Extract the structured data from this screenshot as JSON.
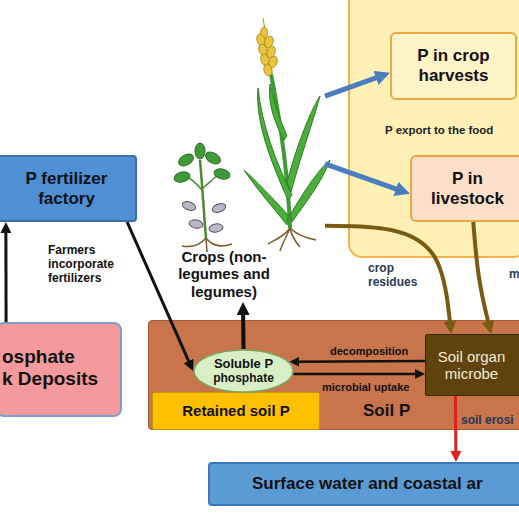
{
  "diagram": {
    "nodes": [
      {
        "text": [
          "P export to the food"
        ]
      },
      {
        "text": [
          "P in crop harvests"
        ],
        "in": 0
      },
      {
        "text": [
          "P in livestock"
        ],
        "in": 0
      },
      {
        "text": [
          "P fertilizer factory"
        ]
      },
      {
        "text": [
          "Crops (non-legumes and legumes)"
        ]
      },
      {
        "text": [
          "osphate k Deposits"
        ]
      },
      {
        "text": [
          "Soil P"
        ]
      },
      {
        "text": [
          "Soluble P",
          "phosphate"
        ],
        "in": 6
      },
      {
        "text": [
          "Retained soil P"
        ],
        "in": 6
      },
      {
        "text": [
          "Soil organ microbe"
        ],
        "in": 6
      },
      {
        "text": [
          "Surface water and coastal ar"
        ]
      }
    ],
    "edges": [
      {
        "from": 5,
        "to": 3,
        "arrow": "to"
      },
      {
        "from": 3,
        "to": 7,
        "label": "Farmers incorporate fertilizers",
        "arrow": "to"
      },
      {
        "from": 7,
        "to": 4,
        "arrow": "to"
      },
      {
        "from": 4,
        "to": 1,
        "arrow": "to"
      },
      {
        "from": 4,
        "to": 2,
        "arrow": "to"
      },
      {
        "from": 4,
        "to": 9,
        "label": "crop residues",
        "arrow": "to"
      },
      {
        "from": 2,
        "to": 9,
        "label": "m",
        "arrow": "to"
      },
      {
        "from": 9,
        "to": 7,
        "label": "decomposition",
        "arrow": "to"
      },
      {
        "from": 7,
        "to": 9,
        "label": "microbial uptake",
        "arrow": "to"
      },
      {
        "from": 9,
        "to": 10,
        "label": "soil erosi",
        "arrow": "to"
      }
    ]
  }
}
